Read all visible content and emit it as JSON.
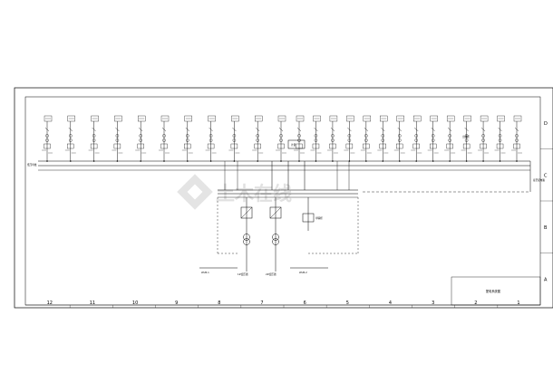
{
  "drawing": {
    "columns": [
      "12",
      "11",
      "10",
      "9",
      "8",
      "7",
      "6",
      "5",
      "4",
      "3",
      "2",
      "1"
    ],
    "rows": [
      "D",
      "C",
      "B",
      "A"
    ],
    "title_block": {
      "name": "配电系统图"
    },
    "watermark": "土木在线",
    "labels": {
      "left_bus": "低压母线",
      "bus_tag_1": "WLM-1",
      "bus_tag_2": "WLM-2",
      "transformer_1": "1#变压器",
      "transformer_2": "2#变压器",
      "tie_cabinet": "母联柜",
      "right_note": "接至配电箱",
      "feeder_tag": "出线柜",
      "meter_label": "计量"
    },
    "left_group_feeders": 11,
    "right_group_feeders": 14
  }
}
